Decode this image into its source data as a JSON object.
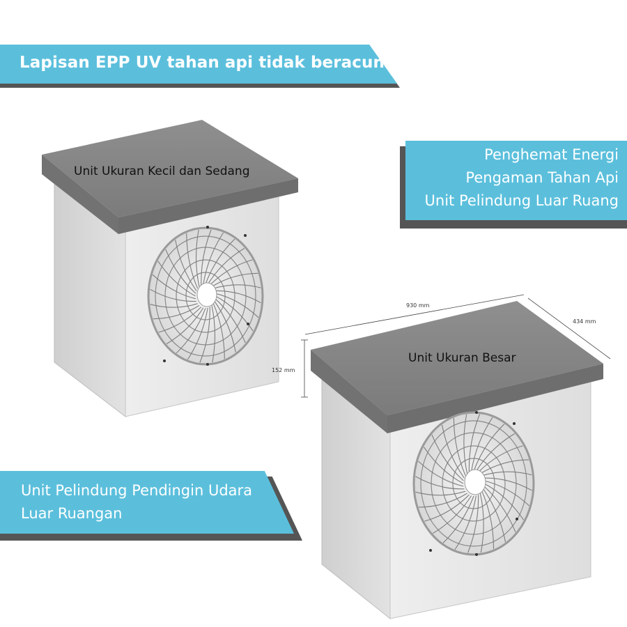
{
  "banners": {
    "top": "Lapisan EPP UV tahan api tidak beracun",
    "right": [
      "Penghemat Energi",
      "Pengaman Tahan Api",
      "Unit Pelindung Luar Ruang"
    ],
    "bottom": [
      "Unit Pelindung Pendingin Udara",
      "Luar Ruangan"
    ]
  },
  "products": {
    "small": {
      "label": "Unit Ukuran Kecil dan Sedang"
    },
    "large": {
      "label": "Unit Ukuran Besar",
      "width": "930 mm",
      "depth": "434 mm",
      "height": "152 mm"
    }
  },
  "colors": {
    "banner": "#5bbfdc",
    "roof": "#8a8a8a",
    "body": "#e6e6e6"
  }
}
